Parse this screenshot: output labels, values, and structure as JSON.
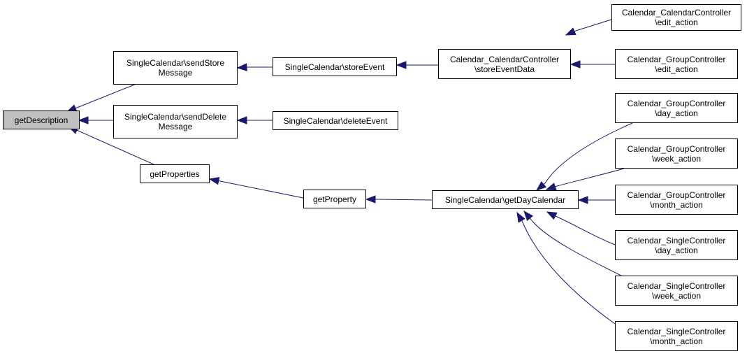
{
  "graph": {
    "edge_color": "#191970",
    "root_fill": "#bfbfbf",
    "node_fill": "#ffffff",
    "nodes": [
      {
        "id": "getDescription",
        "lines": [
          "getDescription"
        ],
        "current": true
      },
      {
        "id": "sendStoreMessage",
        "lines": [
          "SingleCalendar\\sendStore",
          "Message"
        ]
      },
      {
        "id": "sendDeleteMessage",
        "lines": [
          "SingleCalendar\\sendDelete",
          "Message"
        ]
      },
      {
        "id": "getProperties",
        "lines": [
          "getProperties"
        ]
      },
      {
        "id": "storeEvent",
        "lines": [
          "SingleCalendar\\storeEvent"
        ]
      },
      {
        "id": "deleteEvent",
        "lines": [
          "SingleCalendar\\deleteEvent"
        ]
      },
      {
        "id": "getProperty",
        "lines": [
          "getProperty"
        ]
      },
      {
        "id": "storeEventData",
        "lines": [
          "Calendar_CalendarController",
          "\\storeEventData"
        ]
      },
      {
        "id": "getDayCalendar",
        "lines": [
          "SingleCalendar\\getDayCalendar"
        ]
      },
      {
        "id": "calEdit",
        "lines": [
          "Calendar_CalendarController",
          "\\edit_action"
        ]
      },
      {
        "id": "groupEdit",
        "lines": [
          "Calendar_GroupController",
          "\\edit_action"
        ]
      },
      {
        "id": "groupDay",
        "lines": [
          "Calendar_GroupController",
          "\\day_action"
        ]
      },
      {
        "id": "groupWeek",
        "lines": [
          "Calendar_GroupController",
          "\\week_action"
        ]
      },
      {
        "id": "groupMonth",
        "lines": [
          "Calendar_GroupController",
          "\\month_action"
        ]
      },
      {
        "id": "singleDay",
        "lines": [
          "Calendar_SingleController",
          "\\day_action"
        ]
      },
      {
        "id": "singleWeek",
        "lines": [
          "Calendar_SingleController",
          "\\week_action"
        ]
      },
      {
        "id": "singleMonth",
        "lines": [
          "Calendar_SingleController",
          "\\month_action"
        ]
      }
    ],
    "edges": [
      {
        "from": "sendStoreMessage",
        "to": "getDescription"
      },
      {
        "from": "sendDeleteMessage",
        "to": "getDescription"
      },
      {
        "from": "getProperties",
        "to": "getDescription"
      },
      {
        "from": "storeEvent",
        "to": "sendStoreMessage"
      },
      {
        "from": "deleteEvent",
        "to": "sendDeleteMessage"
      },
      {
        "from": "getProperty",
        "to": "getProperties"
      },
      {
        "from": "storeEventData",
        "to": "storeEvent"
      },
      {
        "from": "getDayCalendar",
        "to": "getProperty"
      },
      {
        "from": "calEdit",
        "to": "storeEventData"
      },
      {
        "from": "groupEdit",
        "to": "storeEventData"
      },
      {
        "from": "groupDay",
        "to": "getDayCalendar"
      },
      {
        "from": "groupWeek",
        "to": "getDayCalendar"
      },
      {
        "from": "groupMonth",
        "to": "getDayCalendar"
      },
      {
        "from": "singleDay",
        "to": "getDayCalendar"
      },
      {
        "from": "singleWeek",
        "to": "getDayCalendar"
      },
      {
        "from": "singleMonth",
        "to": "getDayCalendar"
      }
    ]
  }
}
